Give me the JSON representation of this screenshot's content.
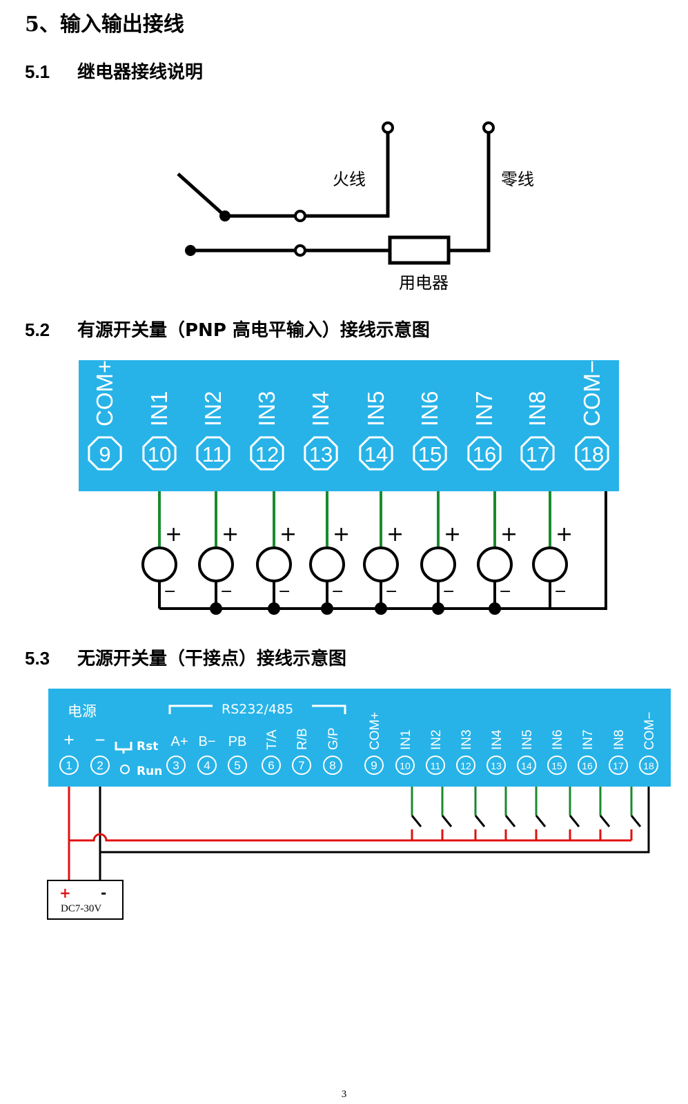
{
  "heading": "5、输入输出接线",
  "section1": {
    "num": "5.1",
    "title": "继电器接线说明",
    "live_label": "火线",
    "neutral_label": "零线",
    "load_label": "用电器"
  },
  "section2": {
    "num": "5.2",
    "title": "有源开关量（PNP 高电平输入）接线示意图",
    "terminals": [
      {
        "label": "COM+",
        "num": "9"
      },
      {
        "label": "IN1",
        "num": "10"
      },
      {
        "label": "IN2",
        "num": "11"
      },
      {
        "label": "IN3",
        "num": "12"
      },
      {
        "label": "IN4",
        "num": "13"
      },
      {
        "label": "IN5",
        "num": "14"
      },
      {
        "label": "IN6",
        "num": "15"
      },
      {
        "label": "IN7",
        "num": "16"
      },
      {
        "label": "IN8",
        "num": "17"
      },
      {
        "label": "COM−",
        "num": "18"
      }
    ],
    "plus": "+",
    "minus": "−",
    "colors": {
      "board": "#27b3e8",
      "wire_green": "#1a8a2e",
      "wire": "#000000"
    }
  },
  "section3": {
    "num": "5.3",
    "title": "无源开关量（干接点）接线示意图",
    "power_label": "电源",
    "rs_label": "RS232/485",
    "top_labels": [
      "+",
      "−",
      "Rst",
      "Run",
      "A+",
      "B−",
      "PB",
      "T/A",
      "R/B",
      "G/P",
      "COM+",
      "IN1",
      "IN2",
      "IN3",
      "IN4",
      "IN5",
      "IN6",
      "IN7",
      "IN8",
      "COM−"
    ],
    "nums": [
      "1",
      "2",
      "3",
      "4",
      "5",
      "6",
      "7",
      "8",
      "9",
      "10",
      "11",
      "12",
      "13",
      "14",
      "15",
      "16",
      "17",
      "18"
    ],
    "psu_plus": "+",
    "psu_minus": "-",
    "psu_label": "DC7-30V",
    "colors": {
      "board": "#27b3e8",
      "wire_red": "#e01010",
      "wire_green": "#1a8a2e"
    }
  },
  "page_number": "3"
}
